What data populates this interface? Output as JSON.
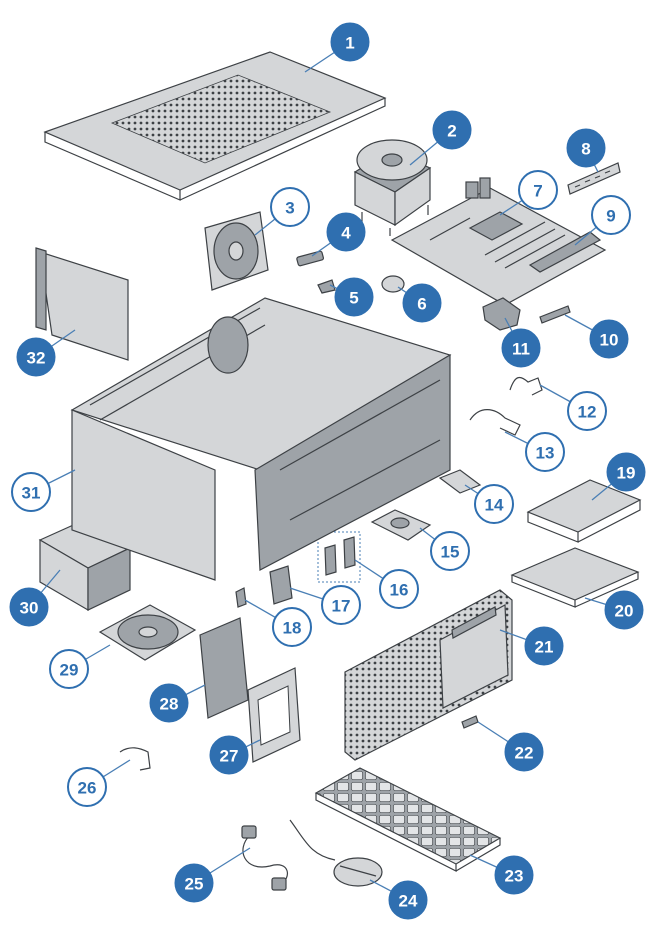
{
  "colors": {
    "callout_filled": "#2f6fb0",
    "callout_outline": "#2f6fb0",
    "callout_text_light": "#ffffff",
    "callout_text_dark": "#2f6fb0",
    "leader": "#4a7fb5",
    "part_fill": "#d4d6d8",
    "part_stroke": "#3d4145"
  },
  "callouts": [
    {
      "label": "1",
      "style": "filled"
    },
    {
      "label": "2",
      "style": "filled"
    },
    {
      "label": "3",
      "style": "outline"
    },
    {
      "label": "4",
      "style": "filled"
    },
    {
      "label": "5",
      "style": "filled"
    },
    {
      "label": "6",
      "style": "filled"
    },
    {
      "label": "7",
      "style": "outline"
    },
    {
      "label": "8",
      "style": "filled"
    },
    {
      "label": "9",
      "style": "outline"
    },
    {
      "label": "10",
      "style": "filled"
    },
    {
      "label": "11",
      "style": "filled"
    },
    {
      "label": "12",
      "style": "outline"
    },
    {
      "label": "13",
      "style": "outline"
    },
    {
      "label": "14",
      "style": "outline"
    },
    {
      "label": "15",
      "style": "outline"
    },
    {
      "label": "16",
      "style": "outline"
    },
    {
      "label": "17",
      "style": "outline"
    },
    {
      "label": "18",
      "style": "outline"
    },
    {
      "label": "19",
      "style": "filled"
    },
    {
      "label": "20",
      "style": "filled"
    },
    {
      "label": "21",
      "style": "filled"
    },
    {
      "label": "22",
      "style": "filled"
    },
    {
      "label": "23",
      "style": "filled"
    },
    {
      "label": "24",
      "style": "filled"
    },
    {
      "label": "25",
      "style": "filled"
    },
    {
      "label": "26",
      "style": "outline"
    },
    {
      "label": "27",
      "style": "filled"
    },
    {
      "label": "28",
      "style": "filled"
    },
    {
      "label": "29",
      "style": "outline"
    },
    {
      "label": "30",
      "style": "filled"
    },
    {
      "label": "31",
      "style": "outline"
    },
    {
      "label": "32",
      "style": "filled"
    }
  ]
}
